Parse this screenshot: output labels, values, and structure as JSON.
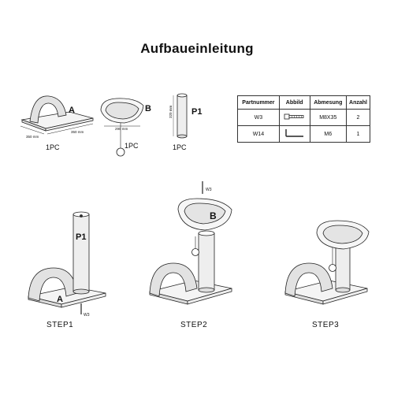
{
  "title": "Aufbaueinleitung",
  "parts": {
    "a": {
      "label": "A",
      "dim_width": "350 mm",
      "dim_depth": "350 mm",
      "qty": "1PC"
    },
    "b": {
      "label": "B",
      "dim_width": "290 mm",
      "qty": "1PC"
    },
    "p1": {
      "label": "P1",
      "dim_length": "320 mm",
      "qty": "1PC"
    }
  },
  "table": {
    "headers": [
      "Partnummer",
      "Abbild",
      "Abmesung",
      "Anzahl"
    ],
    "rows": [
      {
        "part": "W3",
        "icon": "screw-icon",
        "size": "M8X35",
        "count": "2"
      },
      {
        "part": "W14",
        "icon": "allen-key-icon",
        "size": "M6",
        "count": "1"
      }
    ]
  },
  "steps": [
    {
      "label": "STEP1",
      "part_labels": [
        "P1",
        "A"
      ],
      "screw_label": "W3"
    },
    {
      "label": "STEP2",
      "part_labels": [
        "B"
      ],
      "screw_label": "W3"
    },
    {
      "label": "STEP3"
    }
  ]
}
